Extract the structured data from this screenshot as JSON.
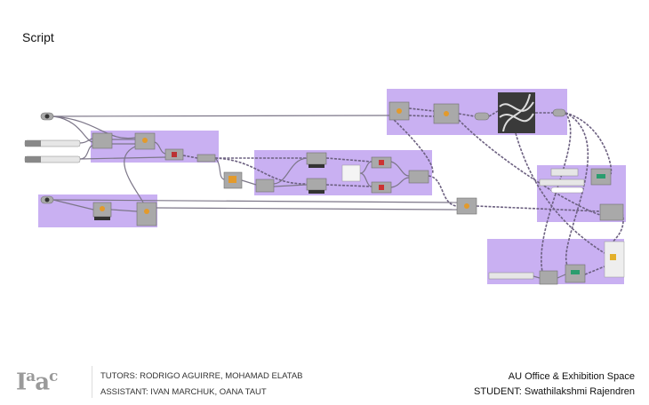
{
  "slide": {
    "title": "Script"
  },
  "footer": {
    "logo": "Iaac",
    "tutors": "TUTORS: RODRIGO AGUIRRE, MOHAMAD ELATAB",
    "assistant": "ASSISTANT: IVAN MARCHUK, OANA TAUT",
    "project": "AU Office & Exhibition Space",
    "student": "STUDENT: Swathilakshmi Rajendren"
  },
  "colors": {
    "group": "#c9b0f2",
    "node": "#a9a9a9",
    "wire": "#6c6080"
  }
}
